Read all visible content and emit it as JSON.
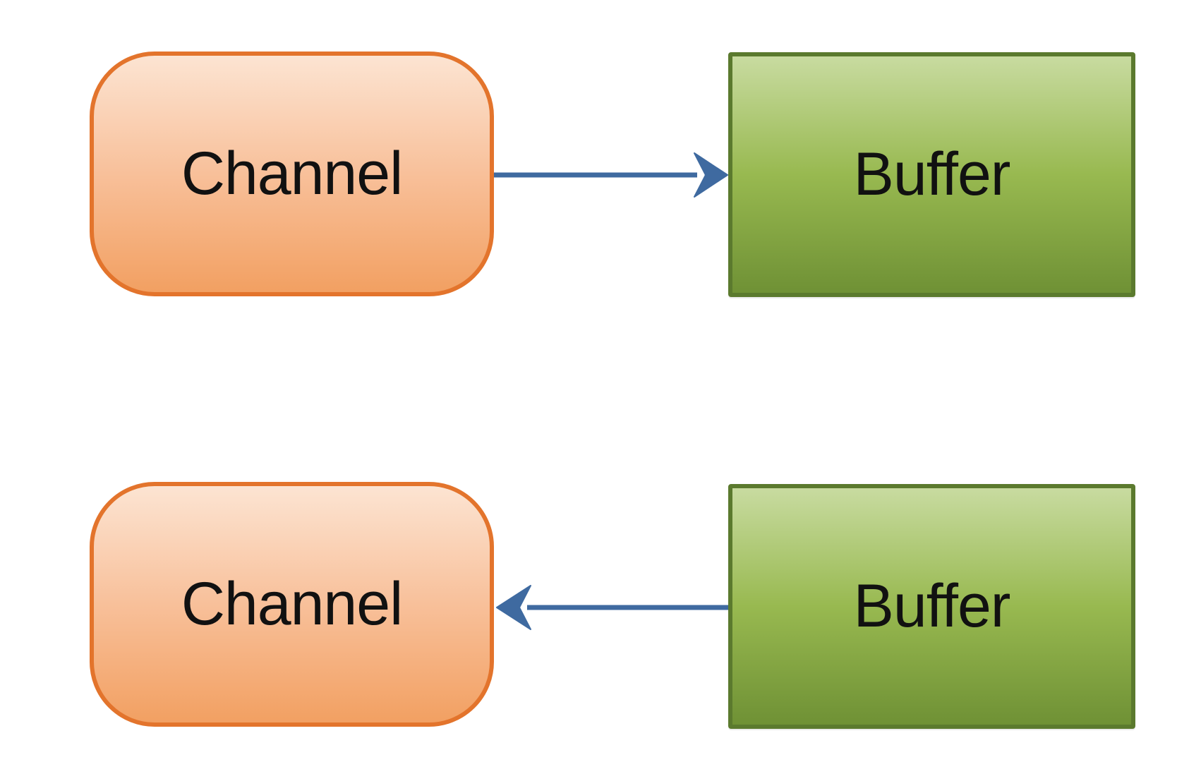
{
  "diagram": {
    "nodes": [
      {
        "id": "channel_top",
        "label": "Channel",
        "shape": "rounded-rectangle",
        "color": "#f4a466"
      },
      {
        "id": "buffer_top",
        "label": "Buffer",
        "shape": "rectangle",
        "color": "#8daf47"
      },
      {
        "id": "channel_bottom",
        "label": "Channel",
        "shape": "rounded-rectangle",
        "color": "#f4a466"
      },
      {
        "id": "buffer_bottom",
        "label": "Buffer",
        "shape": "rectangle",
        "color": "#8daf47"
      }
    ],
    "edges": [
      {
        "from": "channel_top",
        "to": "buffer_top",
        "color": "#3f6aa0"
      },
      {
        "from": "buffer_bottom",
        "to": "channel_bottom",
        "color": "#3f6aa0"
      }
    ]
  }
}
